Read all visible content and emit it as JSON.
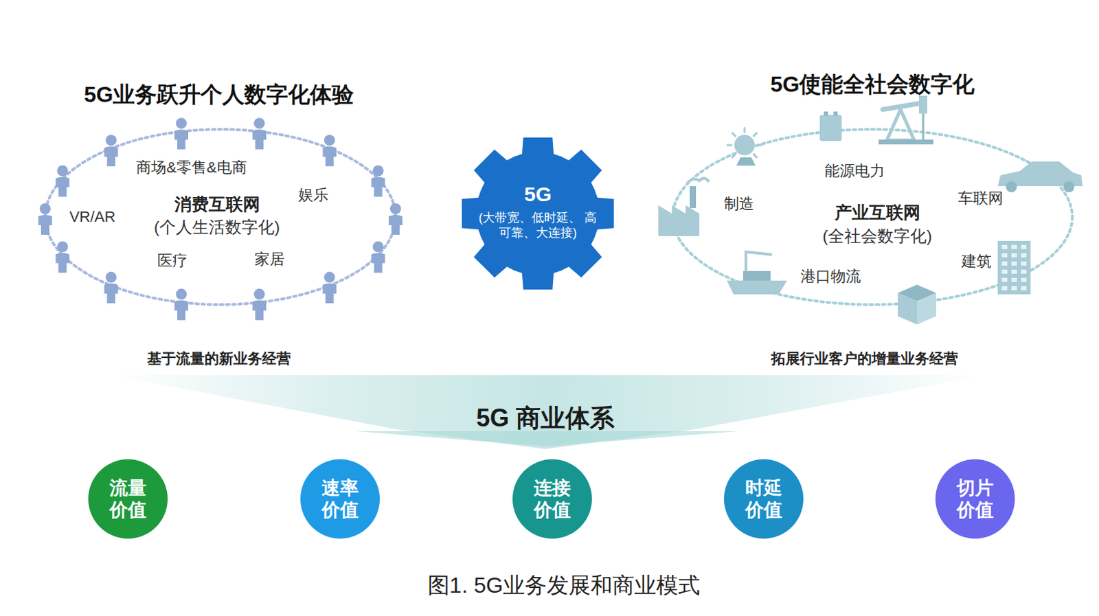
{
  "diagram": {
    "caption": "图1. 5G业务发展和商业模式",
    "nodes": [
      {
        "text": [
          "5G业务跃升个人数字化体验",
          "消费互联网",
          "(个人生活数字化)",
          "商场&零售&电商",
          "娱乐",
          "VR/AR",
          "医疗",
          "家居",
          "基于流量的新业务经营"
        ]
      },
      {
        "text": [
          "5G",
          "(大带宽、低时延、 高可靠、大连接)"
        ]
      },
      {
        "text": [
          "5G使能全社会数字化",
          "产业互联网",
          "(全社会数字化)",
          "能源电力",
          "制造",
          "车联网",
          "港口物流",
          "建筑",
          "拓展行业客户的增量业务经营"
        ]
      },
      {
        "text": [
          "5G 商业体系"
        ]
      },
      {
        "text": [
          "流量 价值"
        ]
      },
      {
        "text": [
          "速率 价值"
        ]
      },
      {
        "text": [
          "连接 价值"
        ]
      },
      {
        "text": [
          "时延 价值"
        ]
      },
      {
        "text": [
          "切片 价值"
        ]
      }
    ]
  }
}
